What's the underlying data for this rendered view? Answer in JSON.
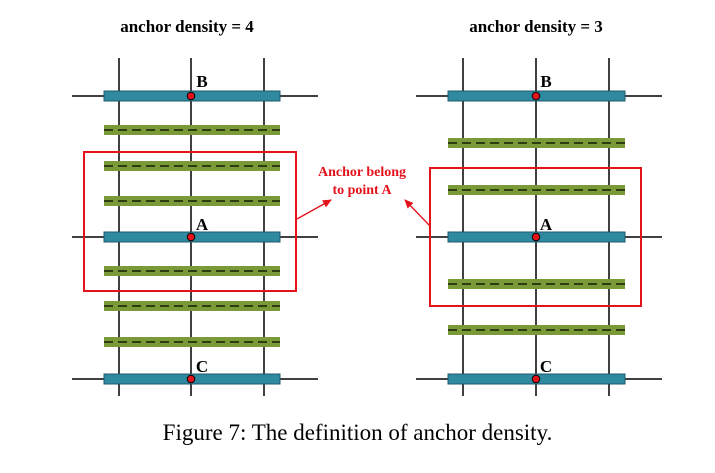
{
  "caption": "Figure 7: The definition of anchor density.",
  "annotation": {
    "line1": "Anchor belong",
    "line2": "to point A"
  },
  "colors": {
    "point_bar": "#2f8aa0",
    "anchor_bar": "#7a9a3a",
    "anchor_dash": "#2d3d10",
    "highlight": "#e3121b",
    "point_dot": "#e3121b",
    "grid": "#000000"
  },
  "panels": [
    {
      "id": "left",
      "title": "anchor density = 4",
      "points": [
        {
          "label": "B"
        },
        {
          "label": "A"
        },
        {
          "label": "C"
        }
      ]
    },
    {
      "id": "right",
      "title": "anchor density = 3",
      "points": [
        {
          "label": "B"
        },
        {
          "label": "A"
        },
        {
          "label": "C"
        }
      ]
    }
  ]
}
